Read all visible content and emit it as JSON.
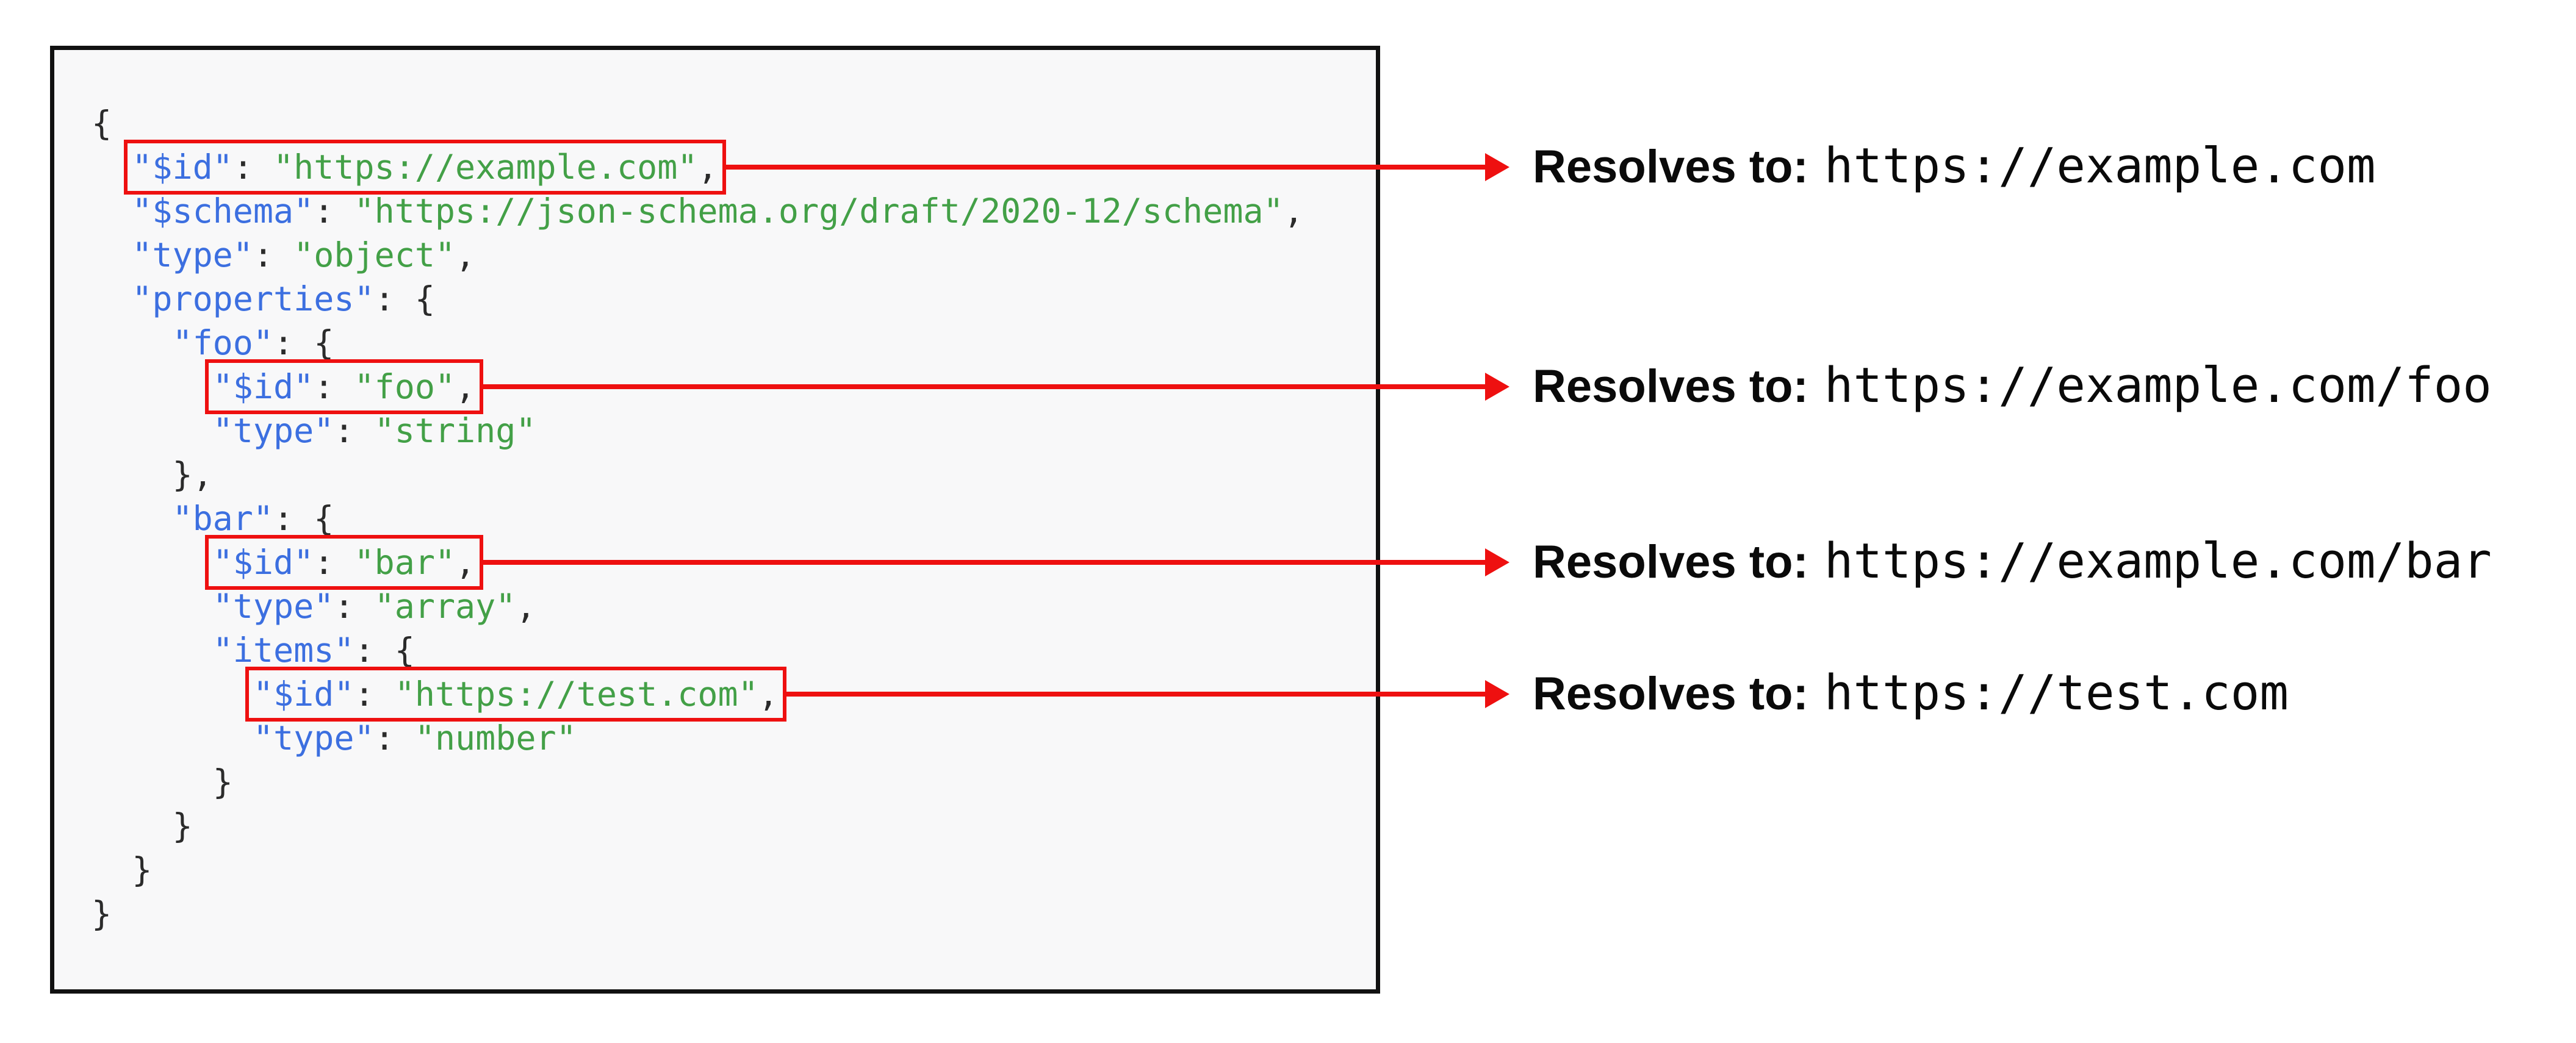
{
  "colors": {
    "key": "#3c6fe0",
    "string": "#43a047",
    "punct": "#2b2b2b",
    "accent_red": "#ee1010",
    "panel_bg": "#f8f8f9",
    "panel_border": "#111111"
  },
  "code_panel": {
    "lines": [
      {
        "indent": 0,
        "boxed": false,
        "tokens": [
          {
            "type": "punct",
            "text": "{"
          }
        ]
      },
      {
        "indent": 2,
        "boxed": true,
        "tokens": [
          {
            "type": "key",
            "text": "\"$id\""
          },
          {
            "type": "punct",
            "text": ": "
          },
          {
            "type": "string",
            "text": "\"https://example.com\""
          },
          {
            "type": "punct",
            "text": ","
          }
        ]
      },
      {
        "indent": 2,
        "boxed": false,
        "tokens": [
          {
            "type": "key",
            "text": "\"$schema\""
          },
          {
            "type": "punct",
            "text": ": "
          },
          {
            "type": "string",
            "text": "\"https://json-schema.org/draft/2020-12/schema\""
          },
          {
            "type": "punct",
            "text": ","
          }
        ]
      },
      {
        "indent": 2,
        "boxed": false,
        "tokens": [
          {
            "type": "key",
            "text": "\"type\""
          },
          {
            "type": "punct",
            "text": ": "
          },
          {
            "type": "string",
            "text": "\"object\""
          },
          {
            "type": "punct",
            "text": ","
          }
        ]
      },
      {
        "indent": 2,
        "boxed": false,
        "tokens": [
          {
            "type": "key",
            "text": "\"properties\""
          },
          {
            "type": "punct",
            "text": ": {"
          }
        ]
      },
      {
        "indent": 4,
        "boxed": false,
        "tokens": [
          {
            "type": "key",
            "text": "\"foo\""
          },
          {
            "type": "punct",
            "text": ": {"
          }
        ]
      },
      {
        "indent": 6,
        "boxed": true,
        "tokens": [
          {
            "type": "key",
            "text": "\"$id\""
          },
          {
            "type": "punct",
            "text": ": "
          },
          {
            "type": "string",
            "text": "\"foo\""
          },
          {
            "type": "punct",
            "text": ","
          }
        ]
      },
      {
        "indent": 6,
        "boxed": false,
        "tokens": [
          {
            "type": "key",
            "text": "\"type\""
          },
          {
            "type": "punct",
            "text": ": "
          },
          {
            "type": "string",
            "text": "\"string\""
          }
        ]
      },
      {
        "indent": 4,
        "boxed": false,
        "tokens": [
          {
            "type": "punct",
            "text": "},"
          }
        ]
      },
      {
        "indent": 4,
        "boxed": false,
        "tokens": [
          {
            "type": "key",
            "text": "\"bar\""
          },
          {
            "type": "punct",
            "text": ": {"
          }
        ]
      },
      {
        "indent": 6,
        "boxed": true,
        "tokens": [
          {
            "type": "key",
            "text": "\"$id\""
          },
          {
            "type": "punct",
            "text": ": "
          },
          {
            "type": "string",
            "text": "\"bar\""
          },
          {
            "type": "punct",
            "text": ","
          }
        ]
      },
      {
        "indent": 6,
        "boxed": false,
        "tokens": [
          {
            "type": "key",
            "text": "\"type\""
          },
          {
            "type": "punct",
            "text": ": "
          },
          {
            "type": "string",
            "text": "\"array\""
          },
          {
            "type": "punct",
            "text": ","
          }
        ]
      },
      {
        "indent": 6,
        "boxed": false,
        "tokens": [
          {
            "type": "key",
            "text": "\"items\""
          },
          {
            "type": "punct",
            "text": ": {"
          }
        ]
      },
      {
        "indent": 8,
        "boxed": true,
        "tokens": [
          {
            "type": "key",
            "text": "\"$id\""
          },
          {
            "type": "punct",
            "text": ": "
          },
          {
            "type": "string",
            "text": "\"https://test.com\""
          },
          {
            "type": "punct",
            "text": ","
          }
        ]
      },
      {
        "indent": 8,
        "boxed": false,
        "tokens": [
          {
            "type": "key",
            "text": "\"type\""
          },
          {
            "type": "punct",
            "text": ": "
          },
          {
            "type": "string",
            "text": "\"number\""
          }
        ]
      },
      {
        "indent": 6,
        "boxed": false,
        "tokens": [
          {
            "type": "punct",
            "text": "}"
          }
        ]
      },
      {
        "indent": 4,
        "boxed": false,
        "tokens": [
          {
            "type": "punct",
            "text": "}"
          }
        ]
      },
      {
        "indent": 2,
        "boxed": false,
        "tokens": [
          {
            "type": "punct",
            "text": "}"
          }
        ]
      },
      {
        "indent": 0,
        "boxed": false,
        "tokens": [
          {
            "type": "punct",
            "text": "}"
          }
        ]
      }
    ]
  },
  "annotations": [
    {
      "label": "Resolves to:",
      "value": "https://example.com"
    },
    {
      "label": "Resolves to:",
      "value": "https://example.com/foo"
    },
    {
      "label": "Resolves to:",
      "value": "https://example.com/bar"
    },
    {
      "label": "Resolves to:",
      "value": "https://test.com"
    }
  ]
}
